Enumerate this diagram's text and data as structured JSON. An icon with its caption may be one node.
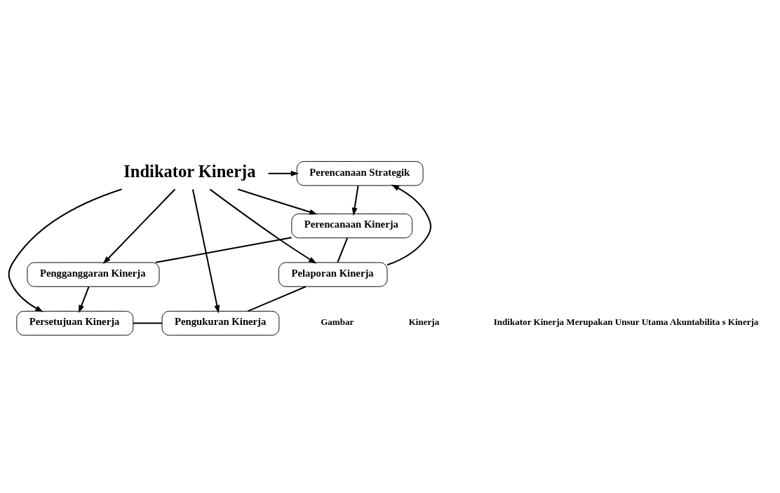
{
  "diagram": {
    "nodes": [
      {
        "text": [
          "Perencanaan Strategik"
        ]
      },
      {
        "text": [
          "Indikator Kinerja"
        ]
      },
      {
        "text": [
          "Perencanaan Kinerja"
        ]
      },
      {
        "text": [
          "Pelaporan Kinerja"
        ]
      },
      {
        "text": [
          "Pengganggaran Kinerja"
        ]
      },
      {
        "text": [
          "Pengukuran Kinerja"
        ]
      },
      {
        "text": [
          "Persetujuan Kinerja"
        ]
      }
    ],
    "edges": [
      {
        "from": 0,
        "to": 2,
        "arrow": "to"
      },
      {
        "from": 3,
        "to": 0,
        "arrow": "to"
      },
      {
        "from": 2,
        "to": 3,
        "arrow": "none"
      },
      {
        "from": 2,
        "to": 4,
        "arrow": "none"
      },
      {
        "from": 4,
        "to": 6,
        "arrow": "to"
      },
      {
        "from": 6,
        "to": 5,
        "arrow": "none"
      },
      {
        "from": 3,
        "to": 5,
        "arrow": "none"
      },
      {
        "from": 1,
        "to": 0,
        "arrow": "to"
      },
      {
        "from": 1,
        "to": 2,
        "arrow": "to"
      },
      {
        "from": 1,
        "to": 3,
        "arrow": "to"
      },
      {
        "from": 1,
        "to": 5,
        "arrow": "to"
      },
      {
        "from": 1,
        "to": 4,
        "arrow": "to"
      },
      {
        "from": 1,
        "to": 6,
        "arrow": "to"
      }
    ],
    "labels": [
      "Gambar",
      "Kinerja",
      "Indikator Kinerja Merupakan Unsur Utama Akuntabilita s Kinerja"
    ]
  }
}
